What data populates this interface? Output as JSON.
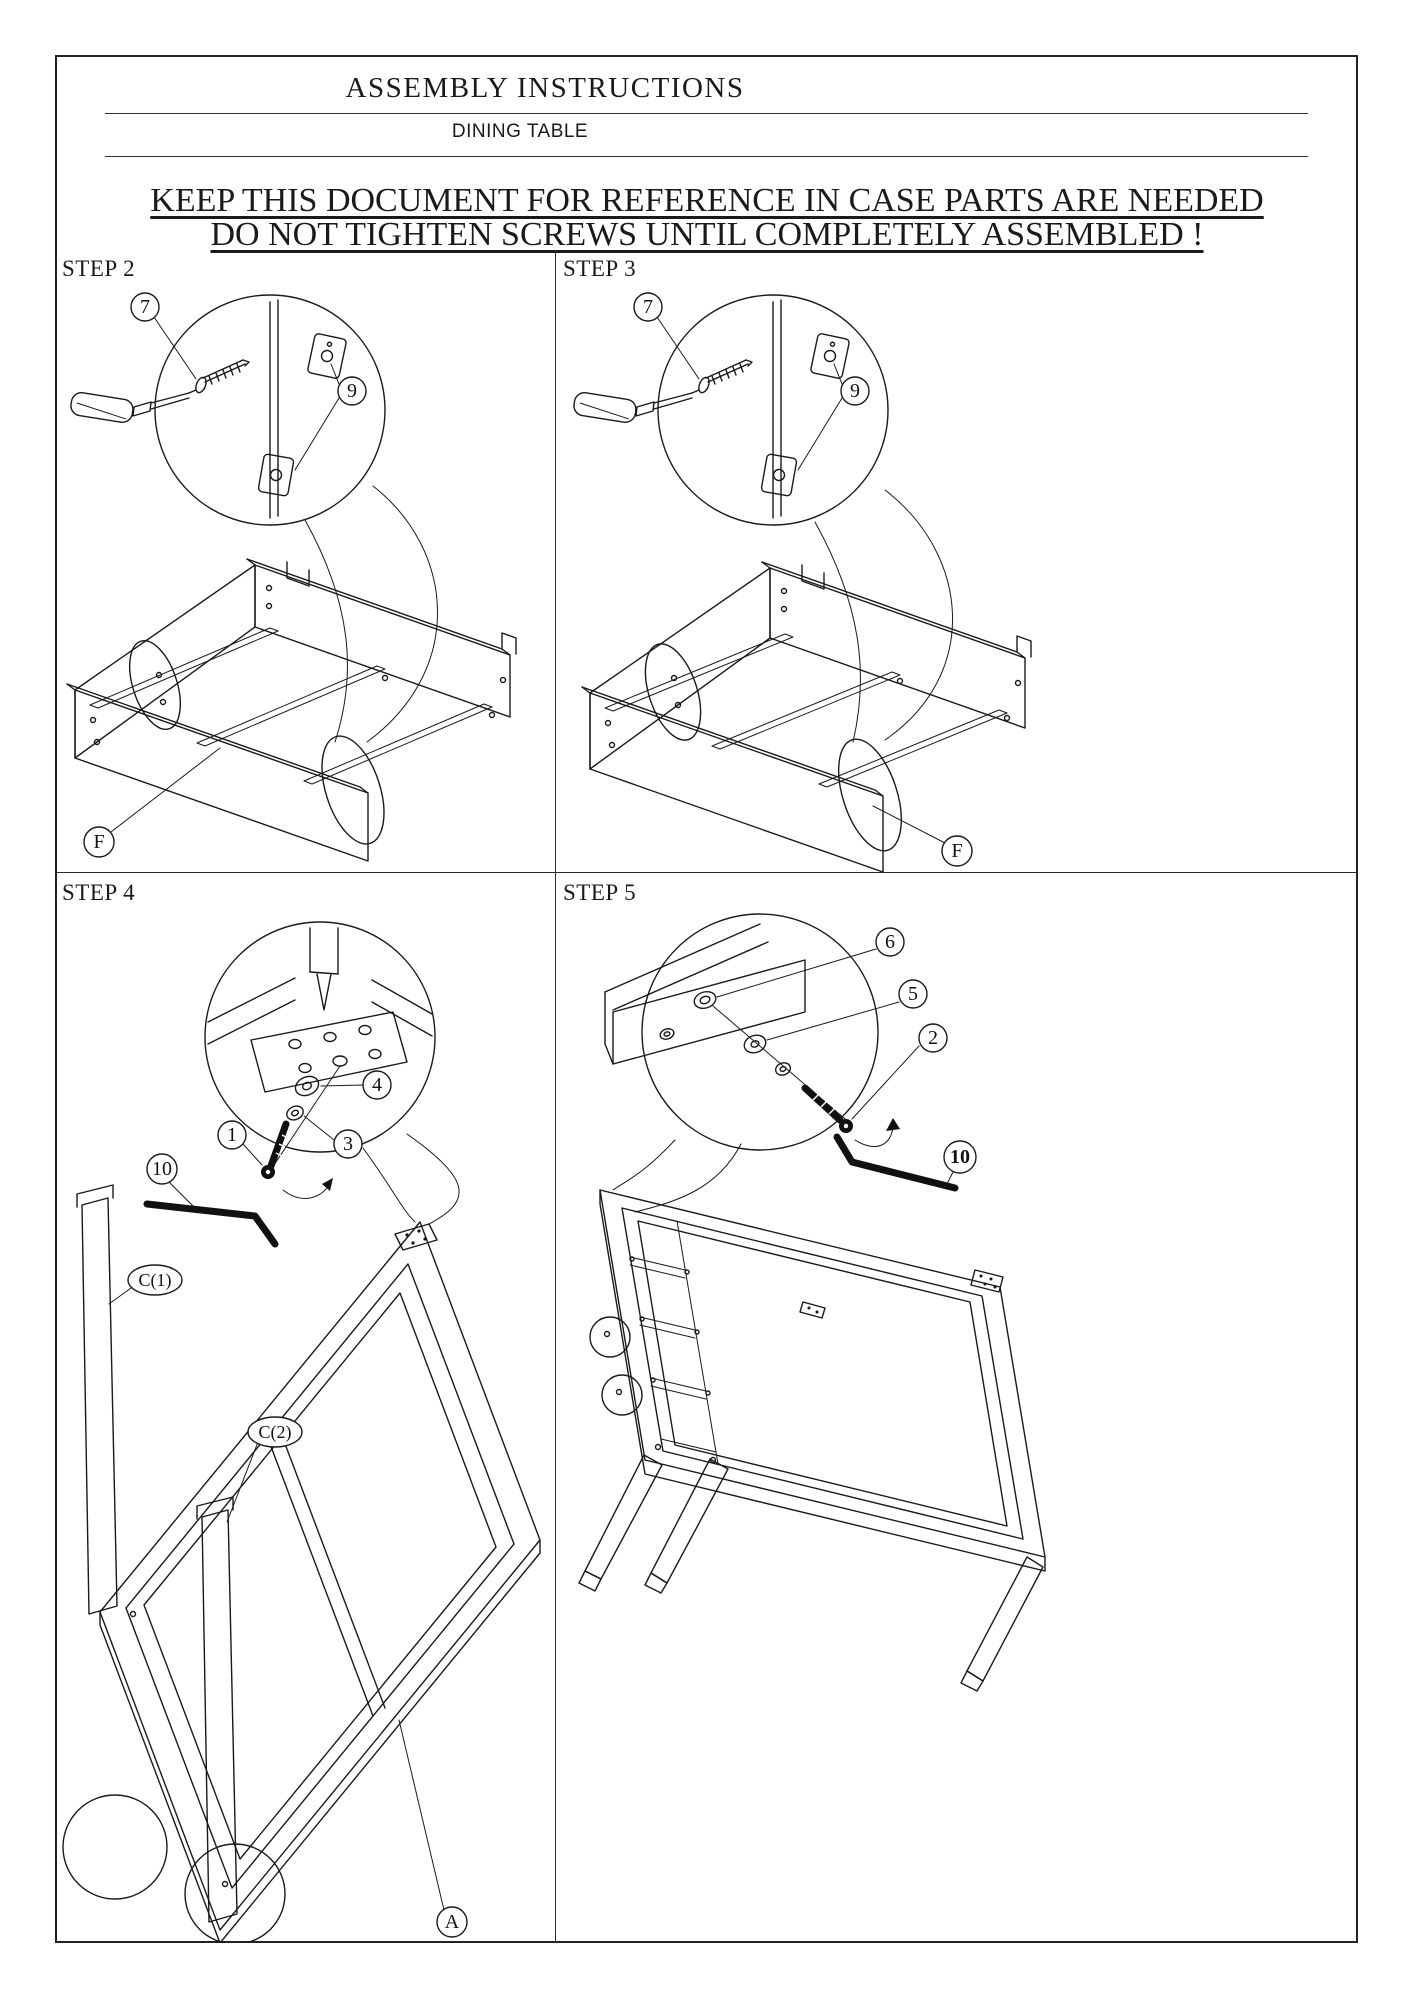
{
  "header": {
    "title": "ASSEMBLY INSTRUCTIONS",
    "subtitle": "DINING TABLE",
    "warning1": "KEEP THIS DOCUMENT FOR REFERENCE IN CASE PARTS ARE NEEDED",
    "warning2": "DO NOT TIGHTEN SCREWS UNTIL COMPLETELY ASSEMBLED !"
  },
  "steps": {
    "step2": {
      "label": "STEP 2",
      "screw": "7",
      "bracket": "9",
      "frame": "F"
    },
    "step3": {
      "label": "STEP 3",
      "screw": "7",
      "bracket": "9",
      "frame": "F"
    },
    "step4": {
      "label": "STEP 4",
      "bolt": "1",
      "spring_washer": "3",
      "flat_washer": "4",
      "allen_key": "10",
      "leg_a": "C(1)",
      "leg_b": "C(2)",
      "tabletop": "A"
    },
    "step5": {
      "label": "STEP 5",
      "insert_nut": "6",
      "washer": "5",
      "bolt": "2",
      "allen_key": "10"
    }
  },
  "colors": {
    "line": "#1a1a1a",
    "background": "#ffffff"
  }
}
